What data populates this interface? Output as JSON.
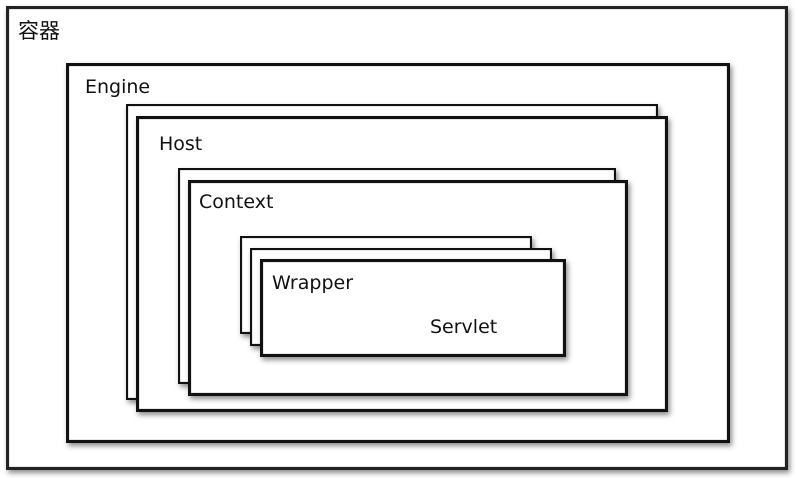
{
  "labels": {
    "container": "容器",
    "engine": "Engine",
    "host": "Host",
    "context": "Context",
    "wrapper": "Wrapper",
    "servlet": "Servlet"
  }
}
